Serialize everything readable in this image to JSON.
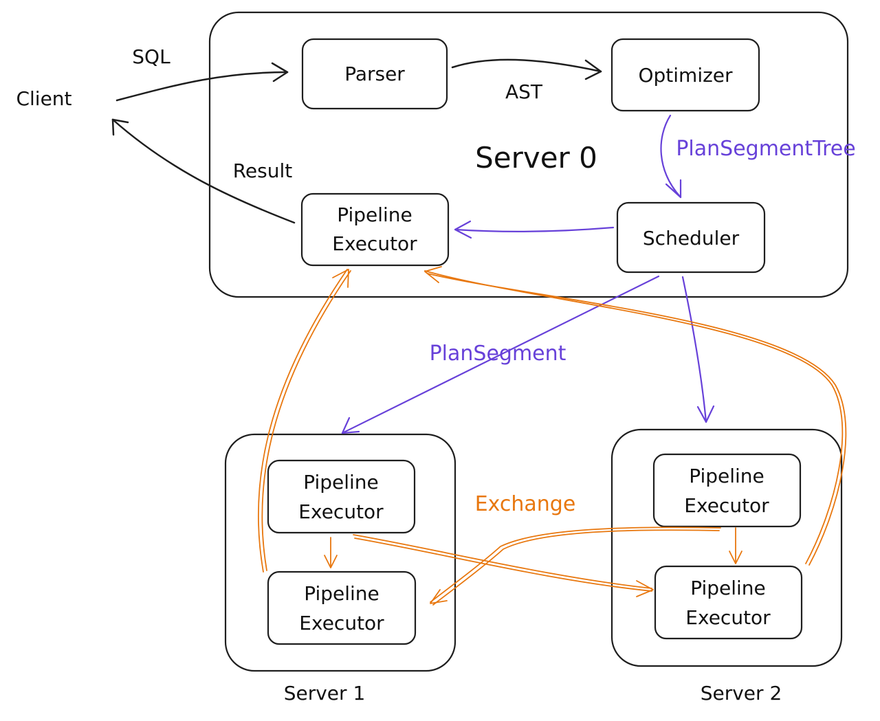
{
  "client": {
    "label": "Client"
  },
  "sql_label": "SQL",
  "result_label": "Result",
  "ast_label": "AST",
  "server0": {
    "title": "Server 0",
    "parser": "Parser",
    "optimizer": "Optimizer",
    "scheduler": "Scheduler",
    "executor_line1": "Pipeline",
    "executor_line2": "Executor"
  },
  "plan_segment_tree_label": "PlanSegmentTree",
  "plan_segment_label": "PlanSegment",
  "exchange_label": "Exchange",
  "server1": {
    "title": "Server 1",
    "executor_top_line1": "Pipeline",
    "executor_top_line2": "Executor",
    "executor_bottom_line1": "Pipeline",
    "executor_bottom_line2": "Executor"
  },
  "server2": {
    "title": "Server 2",
    "executor_top_line1": "Pipeline",
    "executor_top_line2": "Executor",
    "executor_bottom_line1": "Pipeline",
    "executor_bottom_line2": "Executor"
  },
  "colors": {
    "stroke": "#1e1e1e",
    "purple": "#6741d9",
    "orange": "#e8770e"
  }
}
